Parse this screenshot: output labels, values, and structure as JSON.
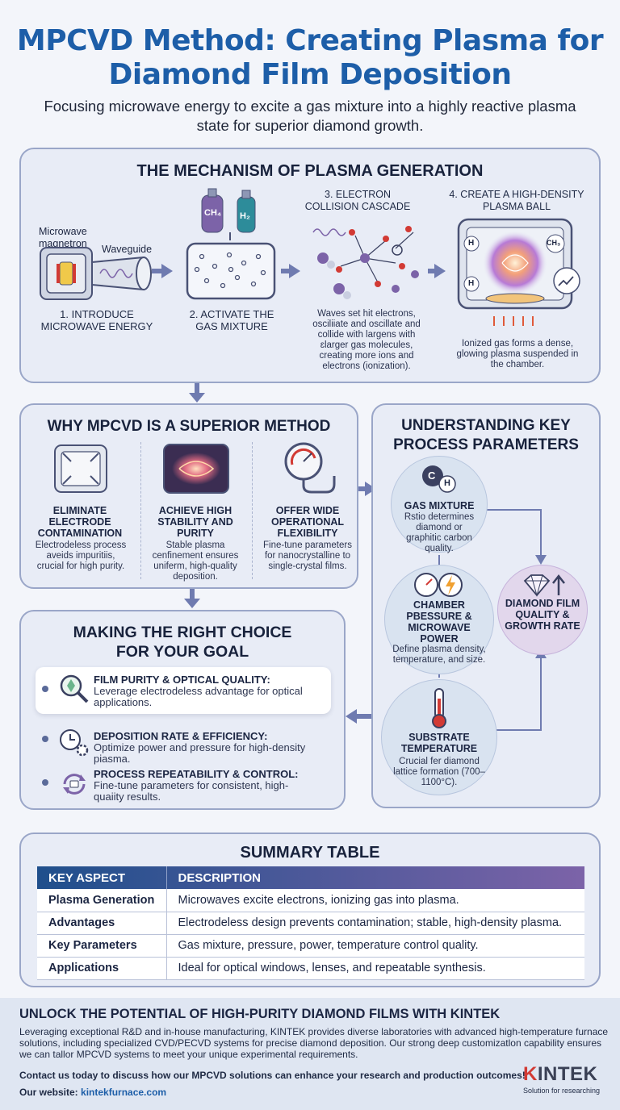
{
  "header": {
    "title": "MPCVD Method: Creating Plasma for Diamond Film Deposition",
    "subtitle": "Focusing microwave energy to excite a gas mixture into a highly reactive plasma state for superior diamond growth."
  },
  "mechanism": {
    "title": "THE MECHANISM OF PLASMA GENERATION",
    "magnetron_label": "Microwave magnetron",
    "waveguide_label": "Waveguide",
    "gas_ch4": "CH₄",
    "gas_h2": "H₂",
    "steps": [
      {
        "label": "1. INTRODUCE MICROWAVE ENERGY"
      },
      {
        "label": "2. ACTIVATE THE GAS MIXTURE"
      },
      {
        "label": "3. ELECTRON COLLISION CASCADE",
        "desc": "Waves set hit electrons, osciliiate and oscillate and collide with largens with ɛlarger gas molecules, creating more ions and electrons (ionization)."
      },
      {
        "label": "4. CREATE A HIGH-DENSITY PLASMA BALL",
        "desc": "Ionized gas forms a dense, glowing plasma suspended in the chamber."
      }
    ],
    "plasma_h": "H",
    "plasma_ch3": "CH₃"
  },
  "superior": {
    "title": "WHY MPCVD IS A SUPERIOR METHOD",
    "cards": [
      {
        "title": "ELIMINATE ELECTRODE CONTAMINATION",
        "desc": "Electrodeless process aveids impuritiis, crucial for high purity."
      },
      {
        "title": "ACHIEVE HIGH STABILITY AND PURITY",
        "desc": "Stable plasma cenfinement ensures uniferm, high-quality deposition."
      },
      {
        "title": "OFFER WIDE OPERATIONAL FLEXIBILITY",
        "desc": "Fine-tune parameters for nanocrystalline to single-crystal films."
      }
    ]
  },
  "parameters": {
    "title": "UNDERSTANDING KEY PROCESS PARAMETERS",
    "gas": {
      "title": "GAS MIXTURE",
      "desc": "Rstio determines diamond or graphitic carbon quality.",
      "c": "C",
      "h": "H"
    },
    "pressure": {
      "title": "CHAMBER PBESSURE & MICROWAVE POWER",
      "desc": "Define plasma density, temperature, and size."
    },
    "substrate": {
      "title": "SUBSTRATE TEMPERATURE",
      "desc": "Crucial fer diamond lattice formation (700–1100°C)."
    },
    "result": {
      "title": "DIAMOND FILM QUALITY & GROWTH RATE"
    }
  },
  "choice": {
    "title": "MAKING THE RIGHT CHOICE FOR YOUR GOAL",
    "items": [
      {
        "title": "FILM PURITY & OPTICAL QUALITY:",
        "desc": "Leverage electrodeless advantage for optical applications."
      },
      {
        "title": "DEPOSITION RATE & EFFICIENCY:",
        "desc": "Optimize power and pressure for high-density piasma."
      },
      {
        "title": "PROCESS REPEATABILITY & CONTROL:",
        "desc": "Fine-tune parameters for consistent, high-quaiity results."
      }
    ]
  },
  "summary": {
    "title": "SUMMARY TABLE",
    "headers": [
      "KEY ASPECT",
      "DESCRIPTION"
    ],
    "rows": [
      [
        "Plasma Generation",
        "Microwaves excite electrons, ionizing gas into plasma."
      ],
      [
        "Advantages",
        "Electrodeless design prevents contamination; stable, high-density plasma."
      ],
      [
        "Key Parameters",
        "Gas mixture, pressure, power, temperature control quality."
      ],
      [
        "Applications",
        "Ideal for optical windows, lenses, and repeatable synthesis."
      ]
    ]
  },
  "footer": {
    "title": "UNLOCK THE POTENTIAL OF HIGH-PURITY DIAMOND FILMS WITH KINTEK",
    "text": "Leveraging exceptional R&D and in-house manufacturing, KINTEK provides diverse laboratories with advanced high-temperature furnace solutions, including specialized CVD/PECVD systems for precise diamond deposition. Our strong deep customizatlon capability ensures we can tallor MPCVD systems to meet your unique experimental requirements.",
    "cta": "Contact us today to discuss how our MPCVD solutions can enhance your research and production outcomes!",
    "website_label": "Our website:",
    "website": "kintekfurnace.com",
    "logo_k": "K",
    "logo_rest": "INTEK",
    "tagline": "Solution for researching"
  },
  "colors": {
    "title_blue": "#1d5ea8",
    "accent_purple": "#7c63a8",
    "arrow": "#6f7bb0",
    "logo_red": "#d23a34"
  }
}
